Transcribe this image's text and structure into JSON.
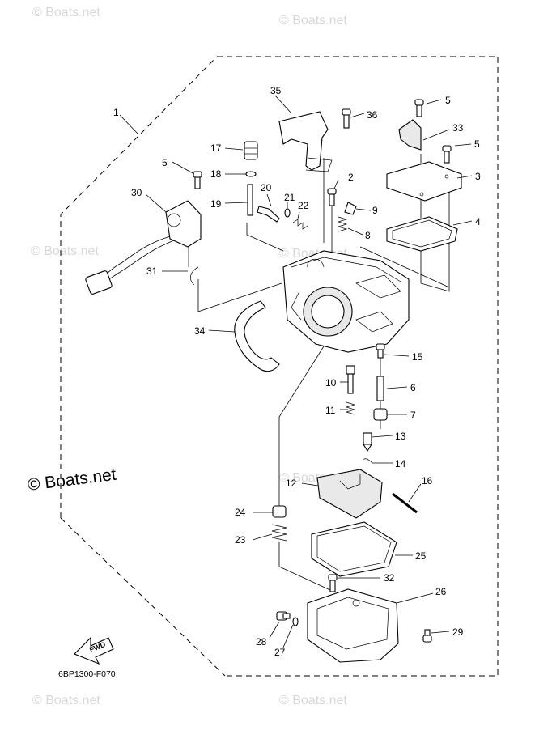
{
  "watermarks": {
    "small": "© Boats.net",
    "large": "© Boats.net"
  },
  "diagram_code": "6BP1300-F070",
  "fwd_label": "FWD",
  "callouts": {
    "c1": "1",
    "c2": "2",
    "c3": "3",
    "c4": "4",
    "c5a": "5",
    "c5b": "5",
    "c5c": "5",
    "c6": "6",
    "c7": "7",
    "c8": "8",
    "c9": "9",
    "c10": "10",
    "c11": "11",
    "c12": "12",
    "c13": "13",
    "c14": "14",
    "c15": "15",
    "c16": "16",
    "c17": "17",
    "c18": "18",
    "c19": "19",
    "c20": "20",
    "c21": "21",
    "c22": "22",
    "c23": "23",
    "c24": "24",
    "c25": "25",
    "c26": "26",
    "c27": "27",
    "c28": "28",
    "c29": "29",
    "c30": "30",
    "c31": "31",
    "c32": "32",
    "c33": "33",
    "c34": "34",
    "c35": "35",
    "c36": "36"
  }
}
